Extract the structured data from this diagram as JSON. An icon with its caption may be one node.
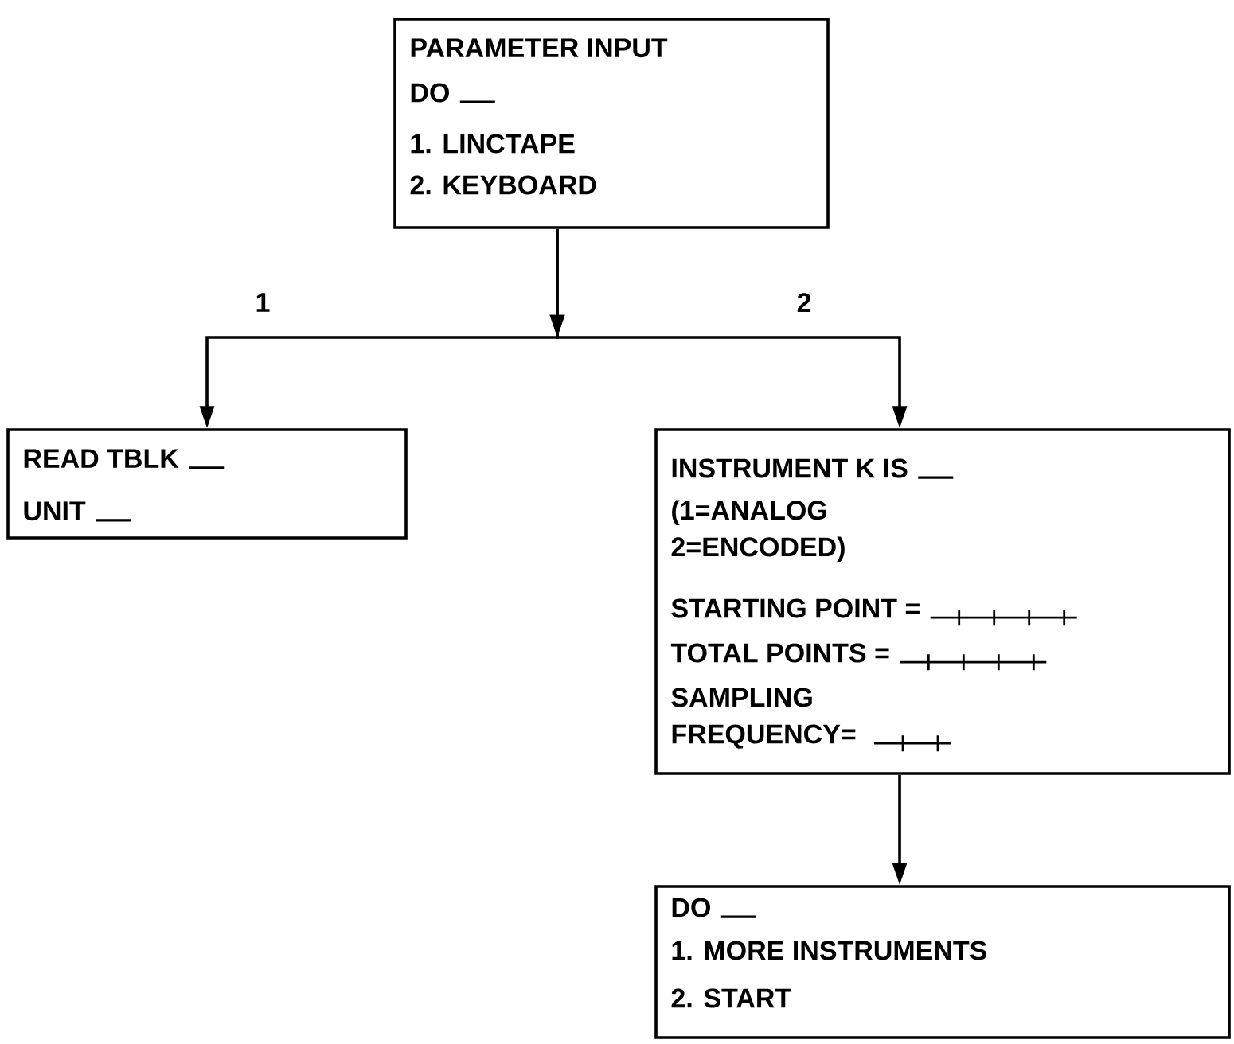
{
  "diagram": {
    "nodes": [
      {
        "text": [
          "PARAMETER INPUT",
          "DO",
          "1. LINCTAPE",
          "2. KEYBOARD"
        ]
      },
      {
        "text": [
          "READ TBLK",
          "UNIT"
        ]
      },
      {
        "text": [
          "INSTRUMENT K IS",
          "(1=ANALOG 2=ENCODED)",
          "STARTING POINT =",
          "TOTAL POINTS =",
          "SAMPLING FREQUENCY="
        ]
      },
      {
        "text": [
          "DO",
          "1. MORE INSTRUMENTS",
          "2. START"
        ]
      }
    ],
    "edges": [
      {
        "from": 0,
        "to": 1,
        "arrow": "to",
        "label": "1"
      },
      {
        "from": 0,
        "to": 2,
        "arrow": "to",
        "label": "2"
      },
      {
        "from": 2,
        "to": 3,
        "arrow": "to"
      }
    ]
  }
}
